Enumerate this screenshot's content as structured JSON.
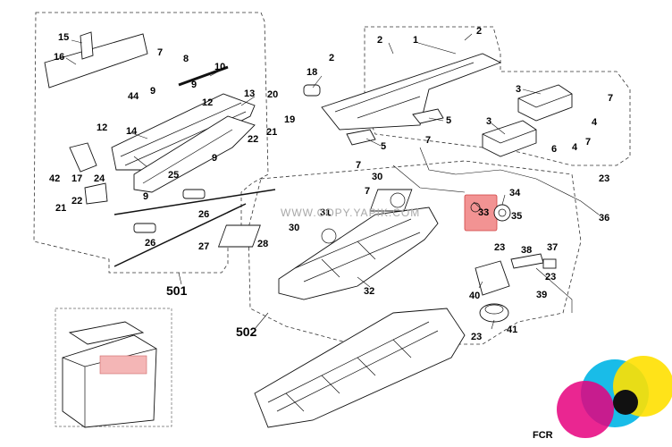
{
  "callouts": {
    "c1": "1",
    "c2a": "2",
    "c2b": "2",
    "c2c": "2",
    "c3a": "3",
    "c3b": "3",
    "c4a": "4",
    "c4b": "4",
    "c5a": "5",
    "c5b": "5",
    "c6": "6",
    "c7a": "7",
    "c7b": "7",
    "c7c": "7",
    "c7d": "7",
    "c7e": "7",
    "c7f": "7",
    "c8": "8",
    "c9a": "9",
    "c9b": "9",
    "c9c": "9",
    "c9d": "9",
    "c10": "10",
    "c12a": "12",
    "c12b": "12",
    "c13": "13",
    "c14": "14",
    "c15": "15",
    "c16": "16",
    "c17": "17",
    "c18": "18",
    "c19": "19",
    "c20": "20",
    "c21a": "21",
    "c21b": "21",
    "c22a": "22",
    "c22b": "22",
    "c23a": "23",
    "c23b": "23",
    "c23c": "23",
    "c23d": "23",
    "c24": "24",
    "c25": "25",
    "c26a": "26",
    "c26b": "26",
    "c27": "27",
    "c28": "28",
    "c30a": "30",
    "c30b": "30",
    "c31": "31",
    "c32": "32",
    "c33": "33",
    "c34": "34",
    "c35": "35",
    "c36": "36",
    "c37": "37",
    "c38": "38",
    "c39": "39",
    "c40": "40",
    "c41": "41",
    "c42": "42",
    "c44": "44"
  },
  "groups": {
    "g501": "501",
    "g502": "502"
  },
  "watermark": "WWW.COPY.YAPIK.COM",
  "corner_code": "FCR",
  "highlight_color": "#f08080"
}
